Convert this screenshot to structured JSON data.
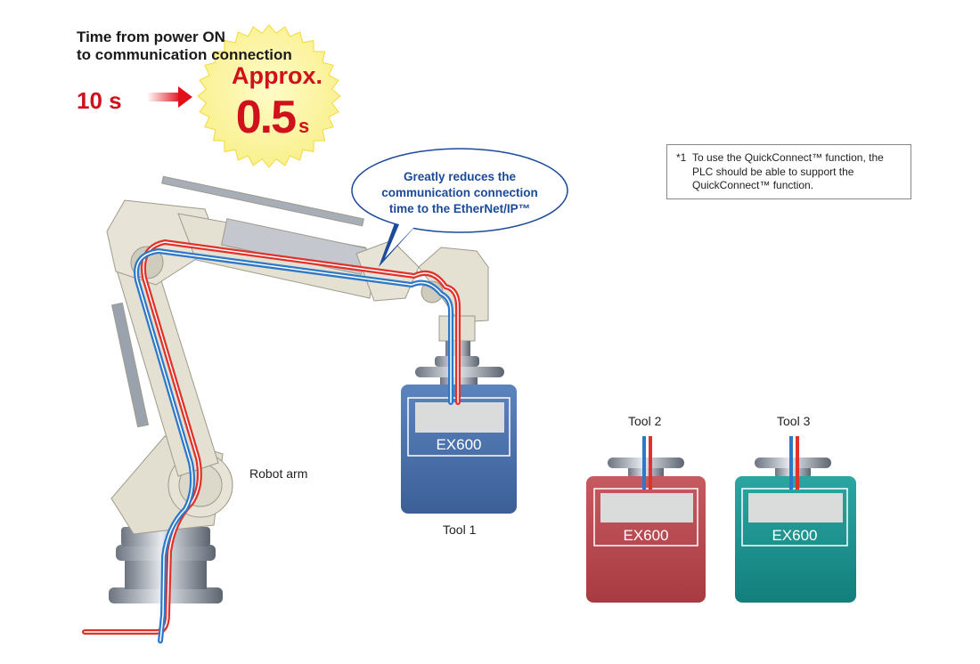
{
  "headline": {
    "line1": "Time from power ON",
    "line2": "to communication connection"
  },
  "comparison": {
    "before_value": "10 s",
    "badge_prefix": "Approx.",
    "after_number": "0.5",
    "after_unit": "s"
  },
  "callout": {
    "line1": "Greatly reduces the",
    "line2": "communication connection",
    "line3": "time to the EtherNet/IP™"
  },
  "note": {
    "mark": "*1",
    "text": "To use the QuickConnect™ function, the PLC should be able to support the QuickConnect™ function."
  },
  "labels": {
    "robot_arm": "Robot arm",
    "tool1": "Tool 1",
    "tool2": "Tool 2",
    "tool3": "Tool 3"
  },
  "tools": [
    {
      "name": "Tool 1",
      "module": "EX600",
      "color": "#4a72ad"
    },
    {
      "name": "Tool 2",
      "module": "EX600",
      "color": "#b8444b"
    },
    {
      "name": "Tool 3",
      "module": "EX600",
      "color": "#1a9592"
    }
  ],
  "colors": {
    "accent_red": "#d0101a",
    "callout_blue": "#1b4a9a",
    "badge_yellow": "#fbf39a",
    "cable_red": "#e0322a",
    "cable_blue": "#2e78c8",
    "arm_beige": "#e4e0d2"
  }
}
